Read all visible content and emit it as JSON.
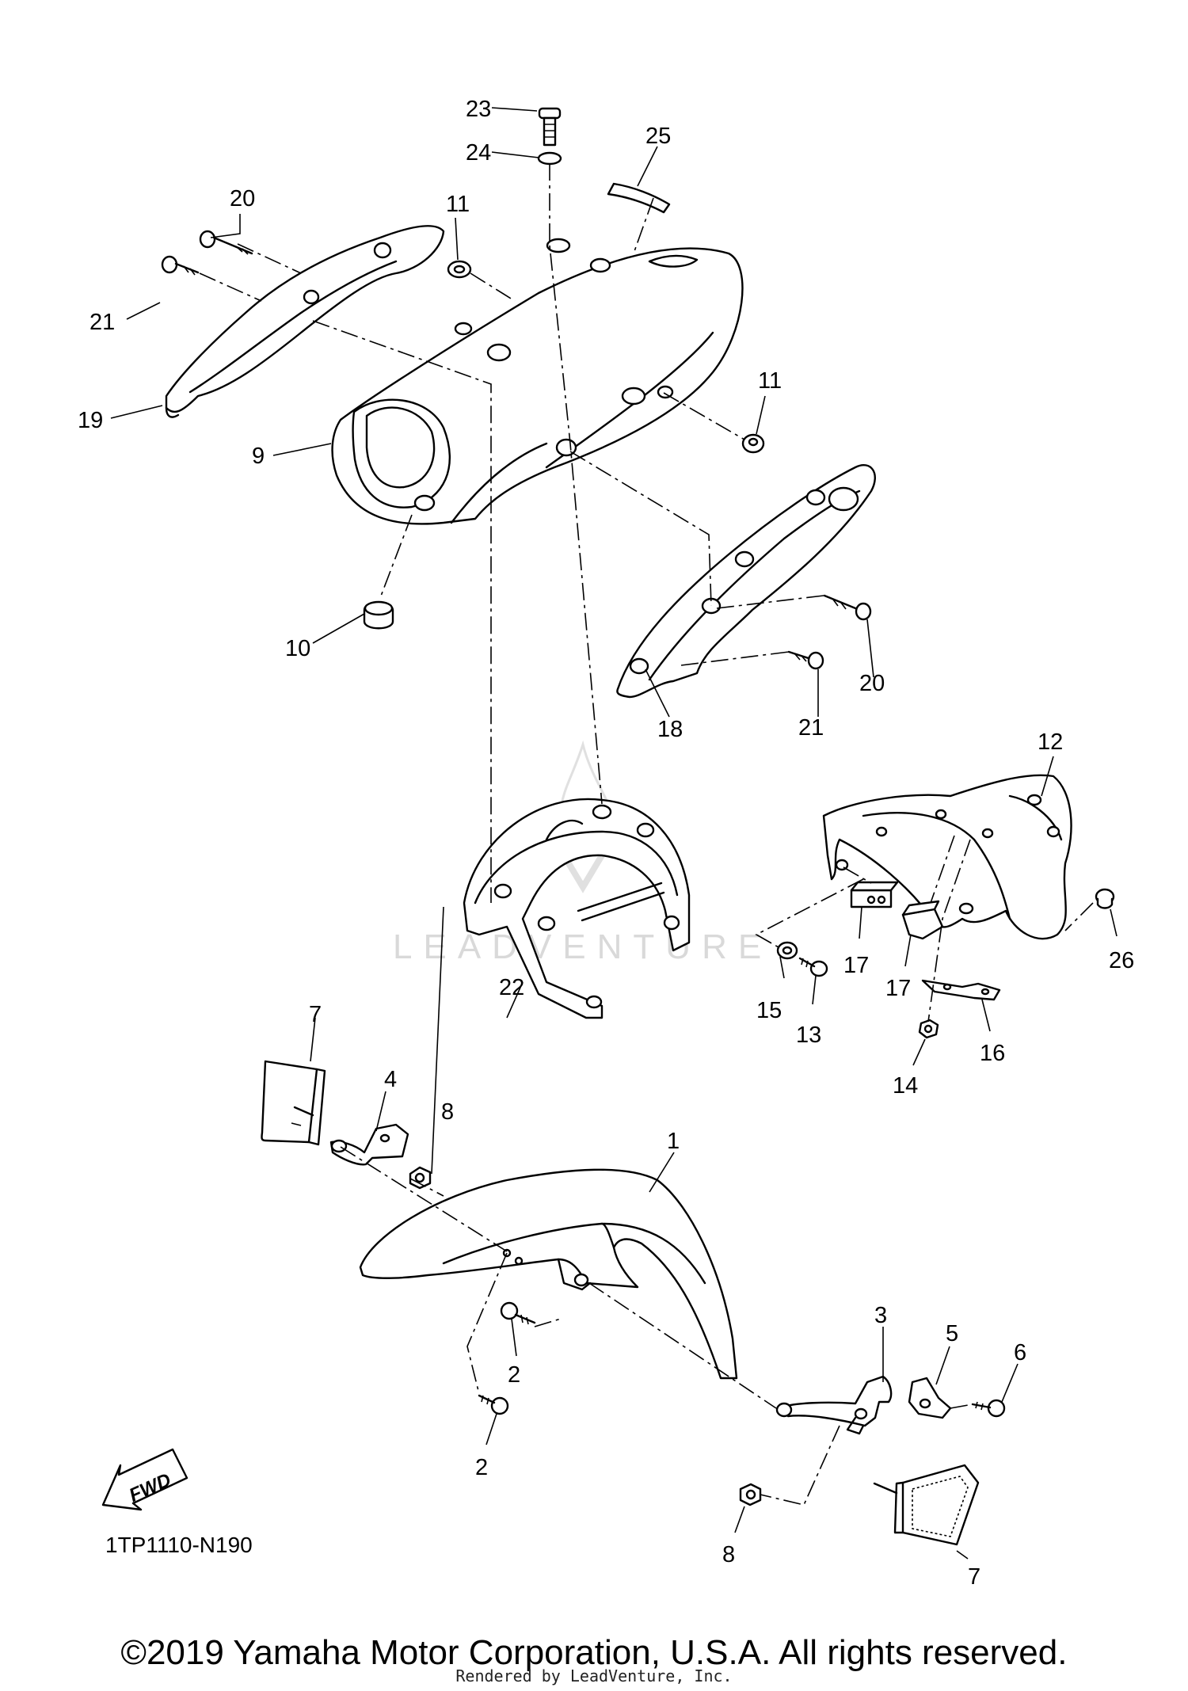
{
  "diagram": {
    "figure_code": "1TP1110-N190",
    "fwd_label": "FWD",
    "watermark": "LEADVENTURE",
    "copyright": "©2019 Yamaha Motor Corporation, U.S.A. All rights reserved.",
    "rendered_by": "Rendered by LeadVenture, Inc.",
    "callouts": [
      "1",
      "2",
      "2",
      "3",
      "4",
      "5",
      "6",
      "7",
      "7",
      "8",
      "8",
      "9",
      "10",
      "11",
      "11",
      "12",
      "13",
      "14",
      "15",
      "16",
      "17",
      "17",
      "18",
      "19",
      "20",
      "20",
      "21",
      "21",
      "22",
      "23",
      "24",
      "25",
      "26"
    ]
  }
}
